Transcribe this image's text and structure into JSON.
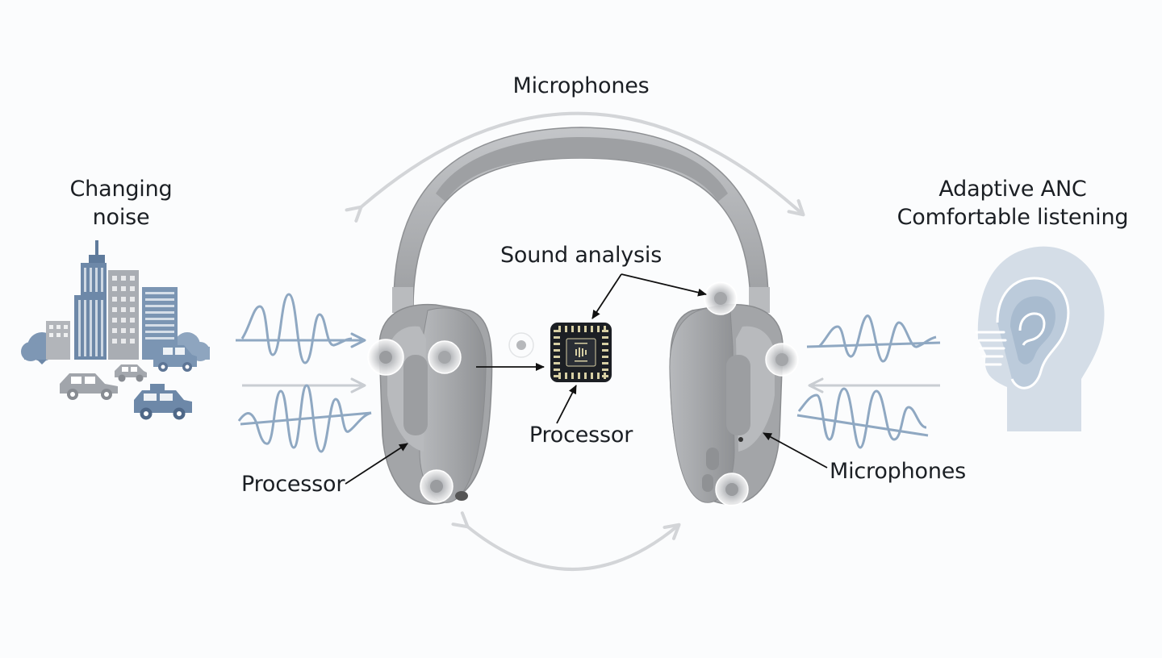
{
  "labels": {
    "microphones_top": "Microphones",
    "changing_noise": [
      "Changing",
      "noise"
    ],
    "adaptive_anc": [
      "Adaptive ANC",
      "Comfortable listening"
    ],
    "sound_analysis": "Sound analysis",
    "processor_center": "Processor",
    "processor_left": "Processor",
    "microphones_right": "Microphones"
  },
  "colors": {
    "background": "#fbfcfd",
    "headphone_body": "#a9abae",
    "headphone_dark": "#8e9093",
    "headphone_light": "#c9cbce",
    "wave_blue": "#8fa8c2",
    "wave_gray": "#c9cdd2",
    "city_blue": "#6d88a8",
    "city_gray": "#a9adb3",
    "ear_fill": "#d4dde7",
    "chip_body": "#1c1f24",
    "chip_pin": "#d7cfa4",
    "arrow": "#111111",
    "orbit_arrow": "#d3d5d8"
  },
  "icons": [
    "city-icon",
    "car-icon",
    "headphones-icon",
    "chip-icon",
    "ear-icon",
    "microphone-marker-icon"
  ]
}
